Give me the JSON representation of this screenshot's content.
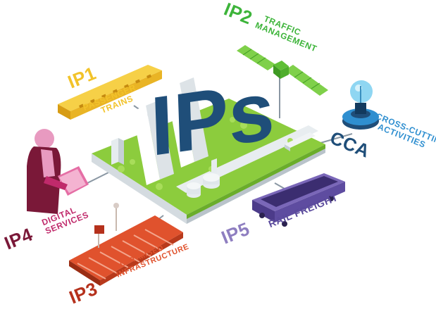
{
  "center": {
    "title": "IPs"
  },
  "modules": [
    {
      "code": "IP1",
      "name_lines": [
        "PASSENGER",
        "TRAINS"
      ],
      "color": "#f2c32a",
      "icon": "passenger-train-icon"
    },
    {
      "code": "IP2",
      "name_lines": [
        "TRAFFIC",
        "MANAGEMENT"
      ],
      "color": "#3db43a",
      "icon": "satellite-icon"
    },
    {
      "code": "CCA",
      "name_lines": [
        "CROSS-CUTTING",
        "ACTIVITIES"
      ],
      "code_color": "#1f4e79",
      "color": "#2f8fd0",
      "icon": "light-bulb-icon"
    },
    {
      "code": "IP5",
      "name_lines": [
        "RAIL FREIGHT"
      ],
      "code_color": "#8e7ec0",
      "color": "#5a4a9c",
      "icon": "freight-wagon-icon"
    },
    {
      "code": "IP3",
      "name_lines": [
        "OPTIMISED",
        "INFRASTRUCTURE"
      ],
      "code_color": "#b5311c",
      "color": "#e0522d",
      "icon": "rail-track-icon"
    },
    {
      "code": "IP4",
      "name_lines": [
        "DIGITAL",
        "SERVICES"
      ],
      "code_color": "#7a1838",
      "color": "#c02a6b",
      "icon": "person-tablet-icon"
    }
  ],
  "colors": {
    "title": "#1f4e79",
    "connector": "#8a97a3",
    "grass": "#8ccc3d",
    "grass_dark": "#6aad2a",
    "platform_side": "#d4dbe0"
  }
}
